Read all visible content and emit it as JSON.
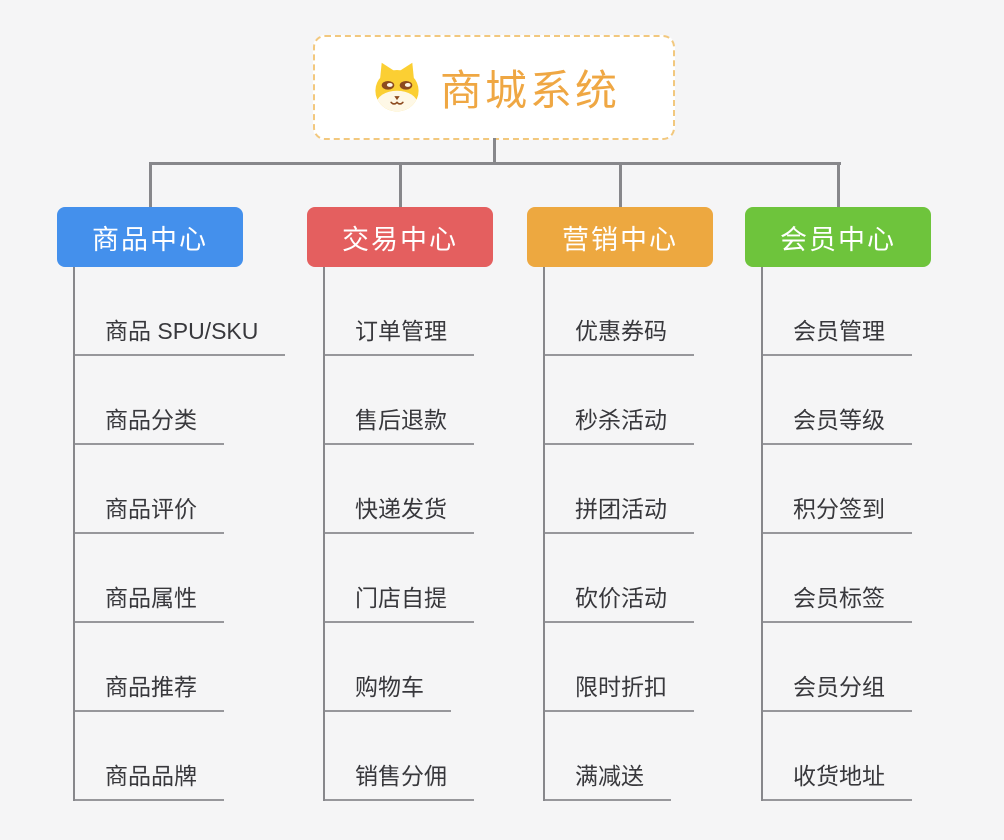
{
  "diagram": {
    "type": "mindmap-org-chart",
    "root": {
      "title": "商城系统",
      "icon": "dog-face-icon"
    },
    "branches": [
      {
        "label": "商品中心",
        "color": "#4490ec",
        "children": [
          "商品 SPU/SKU",
          "商品分类",
          "商品评价",
          "商品属性",
          "商品推荐",
          "商品品牌"
        ]
      },
      {
        "label": "交易中心",
        "color": "#e45f5f",
        "children": [
          "订单管理",
          "售后退款",
          "快递发货",
          "门店自提",
          "购物车",
          "销售分佣"
        ]
      },
      {
        "label": "营销中心",
        "color": "#eda840",
        "children": [
          "优惠券码",
          "秒杀活动",
          "拼团活动",
          "砍价活动",
          "限时折扣",
          "满减送"
        ]
      },
      {
        "label": "会员中心",
        "color": "#6ec43c",
        "children": [
          "会员管理",
          "会员等级",
          "积分签到",
          "会员标签",
          "会员分组",
          "收货地址"
        ]
      }
    ],
    "colors": {
      "background": "#f5f5f6",
      "root_border": "#f2c87e",
      "root_text": "#efa743",
      "connector": "#87878b",
      "child_text": "#38383c",
      "child_underline": "#97979b"
    }
  }
}
